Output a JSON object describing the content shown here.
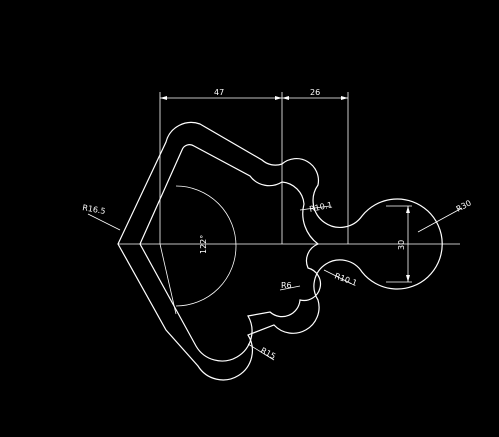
{
  "drawing": {
    "dimensions": {
      "dim_47": "47",
      "dim_26": "26",
      "dim_30": "30",
      "angle_122": "122°",
      "r_16_5": "R16.5",
      "r_10_1_top": "R10.1",
      "r_10_1_bottom": "R10.1",
      "r_30": "R30",
      "r_6": "R6",
      "r_15": "R15"
    },
    "colors": {
      "background": "#000000",
      "stroke": "#ffffff"
    }
  }
}
